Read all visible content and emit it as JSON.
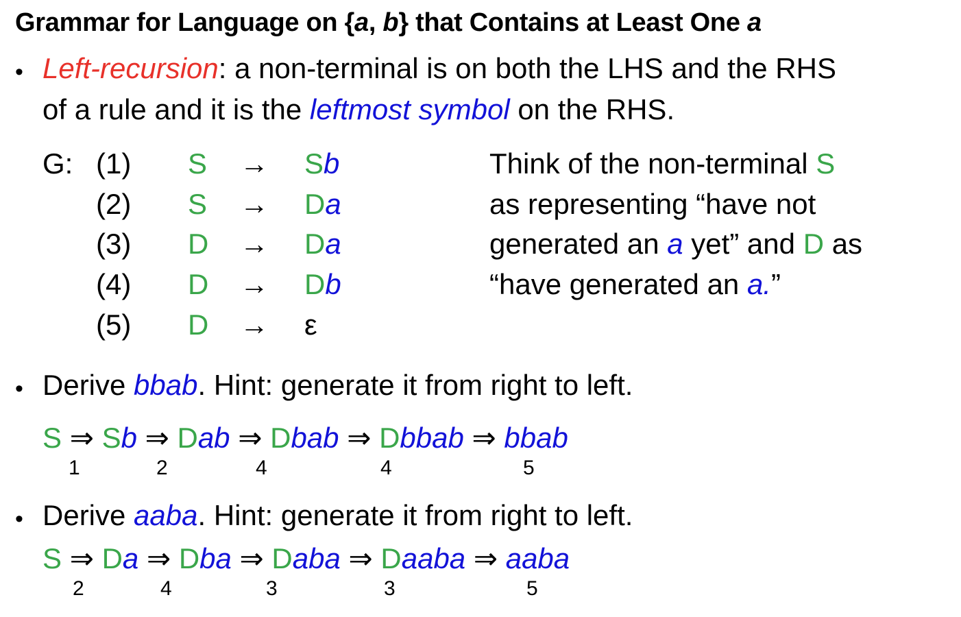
{
  "title": {
    "text": "Grammar for Language on {",
    "a": "a",
    "comma": ", ",
    "b": "b",
    "text2": "} that Contains at Least One ",
    "a2": "a"
  },
  "bullet_char": "•",
  "bullet1": {
    "term": "Left-recursion",
    "rest1": ": a non-terminal is on both the LHS and the RHS",
    "line2_pre": "of a rule and it is the ",
    "emph": "leftmost symbol",
    "line2_post": " on the RHS."
  },
  "grammar": {
    "label": "G:",
    "arrow": "→",
    "rules": [
      {
        "num": "(1)",
        "lhs": "S",
        "rhs_nt": "S",
        "rhs_t": "b"
      },
      {
        "num": "(2)",
        "lhs": "S",
        "rhs_nt": "D",
        "rhs_t": "a"
      },
      {
        "num": "(3)",
        "lhs": "D",
        "rhs_nt": "D",
        "rhs_t": "a"
      },
      {
        "num": "(4)",
        "lhs": "D",
        "rhs_nt": "D",
        "rhs_t": "b"
      },
      {
        "num": "(5)",
        "lhs": "D",
        "rhs_nt": "",
        "rhs_t": "ε"
      }
    ]
  },
  "note": {
    "l1_pre": "Think of the non-terminal ",
    "l1_S": "S",
    "l2": "as representing “have not",
    "l3_pre": "generated an ",
    "l3_a": "a",
    "l3_mid": " yet” and ",
    "l3_D": "D",
    "l3_post": " as",
    "l4_pre": "“have generated an ",
    "l4_a": "a.",
    "l4_post": "”"
  },
  "derive1": {
    "pre": "Derive ",
    "word": "bbab",
    "post": ". Hint: generate it from right to left.",
    "implies": "⇒",
    "steps": [
      {
        "nt": "S",
        "t": ""
      },
      {
        "nt": "S",
        "t": "b"
      },
      {
        "nt": "D",
        "t": "ab"
      },
      {
        "nt": "D",
        "t": "bab"
      },
      {
        "nt": "D",
        "t": "bbab"
      },
      {
        "nt": "",
        "t": "bbab"
      }
    ],
    "rules_used": [
      "1",
      "2",
      "4",
      "4",
      "5"
    ]
  },
  "derive2": {
    "pre": "Derive ",
    "word": "aaba",
    "post": ". Hint: generate it from right to left.",
    "implies": "⇒",
    "steps": [
      {
        "nt": "S",
        "t": ""
      },
      {
        "nt": "D",
        "t": "a"
      },
      {
        "nt": "D",
        "t": "ba"
      },
      {
        "nt": "D",
        "t": "aba"
      },
      {
        "nt": "D",
        "t": "aaba"
      },
      {
        "nt": "",
        "t": "aaba"
      }
    ],
    "rules_used": [
      "2",
      "4",
      "3",
      "3",
      "5"
    ]
  }
}
